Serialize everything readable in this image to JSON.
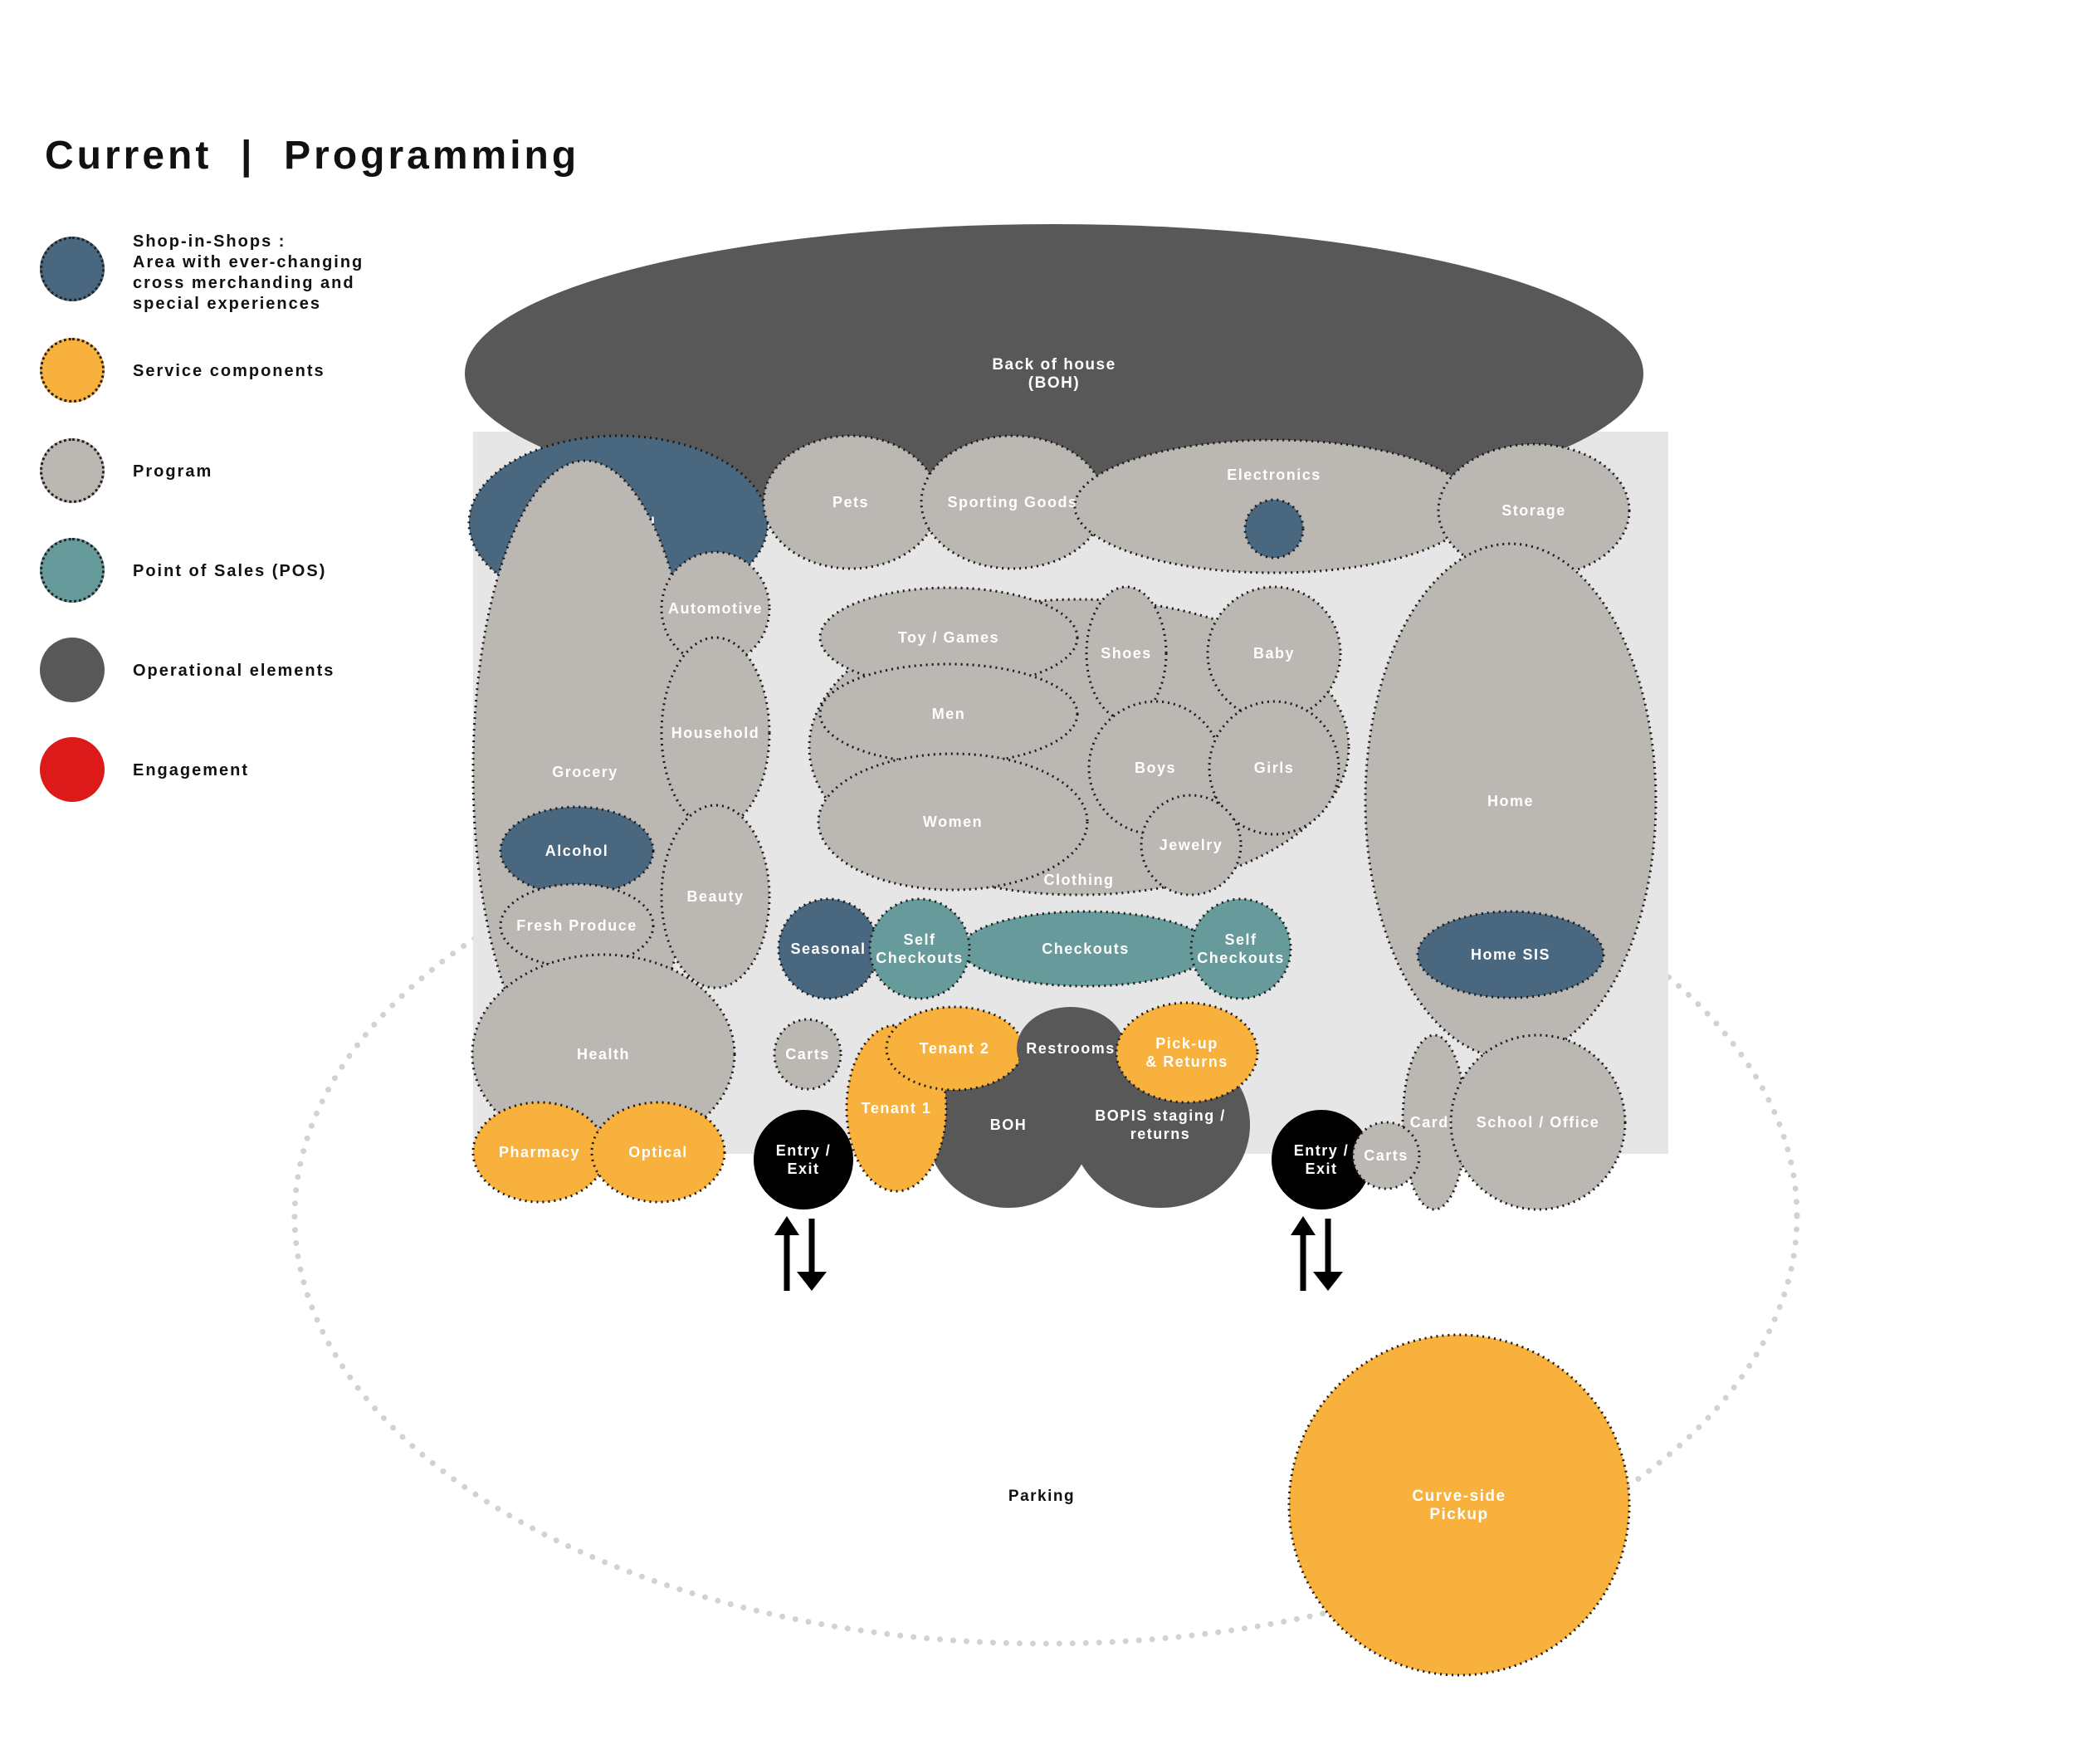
{
  "title": "Current  |  Programming",
  "colors": {
    "shop_in_shops": "#4a6780",
    "service": "#f8b13d",
    "program": "#bbb7b2",
    "pos": "#679b9b",
    "operational": "#585858",
    "engagement": "#dd1a1a",
    "entry": "#000000",
    "floor": "#e6e6e6",
    "parking_outline": "#d2d2d2"
  },
  "legend": [
    {
      "key": "shop_in_shops",
      "label": "Shop-in-Shops :\nArea with ever-changing\ncross merchanding and\nspecial experiences"
    },
    {
      "key": "service",
      "label": "Service components"
    },
    {
      "key": "program",
      "label": "Program"
    },
    {
      "key": "pos",
      "label": "Point of Sales (POS)"
    },
    {
      "key": "operational",
      "label": "Operational elements"
    },
    {
      "key": "engagement",
      "label": "Engagement"
    }
  ],
  "zones": [
    {
      "label": "Back of house\n(BOH)",
      "category": "operational"
    },
    {
      "label": "Seasonal",
      "category": "shop_in_shops"
    },
    {
      "label": "Pets",
      "category": "program"
    },
    {
      "label": "Sporting Goods",
      "category": "program"
    },
    {
      "label": "Electronics",
      "category": "program"
    },
    {
      "label": "",
      "category": "shop_in_shops"
    },
    {
      "label": "Storage",
      "category": "program"
    },
    {
      "label": "Grocery",
      "category": "program"
    },
    {
      "label": "Automotive",
      "category": "program"
    },
    {
      "label": "Household",
      "category": "program"
    },
    {
      "label": "Beauty",
      "category": "program"
    },
    {
      "label": "Alcohol",
      "category": "shop_in_shops"
    },
    {
      "label": "Fresh Produce",
      "category": "program"
    },
    {
      "label": "Clothing",
      "category": "program"
    },
    {
      "label": "Toy / Games",
      "category": "program"
    },
    {
      "label": "Shoes",
      "category": "program"
    },
    {
      "label": "Baby",
      "category": "program"
    },
    {
      "label": "Men",
      "category": "program"
    },
    {
      "label": "Boys",
      "category": "program"
    },
    {
      "label": "Girls",
      "category": "program"
    },
    {
      "label": "Women",
      "category": "program"
    },
    {
      "label": "Jewelry",
      "category": "program"
    },
    {
      "label": "Home",
      "category": "program"
    },
    {
      "label": "Home SIS",
      "category": "shop_in_shops"
    },
    {
      "label": "Seasonal",
      "category": "shop_in_shops"
    },
    {
      "label": "Checkouts",
      "category": "pos"
    },
    {
      "label": "Self\nCheckouts",
      "category": "pos"
    },
    {
      "label": "Self\nCheckouts",
      "category": "pos"
    },
    {
      "label": "Health",
      "category": "program"
    },
    {
      "label": "Pharmacy",
      "category": "service"
    },
    {
      "label": "Optical",
      "category": "service"
    },
    {
      "label": "Carts",
      "category": "program"
    },
    {
      "label": "BOH",
      "category": "operational"
    },
    {
      "label": "BOPIS staging /\nreturns",
      "category": "operational"
    },
    {
      "label": "Tenant 1",
      "category": "service"
    },
    {
      "label": "Tenant 2",
      "category": "service"
    },
    {
      "label": "Restrooms",
      "category": "operational"
    },
    {
      "label": "Pick-up\n& Returns",
      "category": "service"
    },
    {
      "label": "Entry /\nExit",
      "category": "entry"
    },
    {
      "label": "Entry /\nExit",
      "category": "entry"
    },
    {
      "label": "Cards",
      "category": "program"
    },
    {
      "label": "School / Office",
      "category": "program"
    },
    {
      "label": "Carts",
      "category": "program"
    },
    {
      "label": "Curve-side\nPickup",
      "category": "service"
    }
  ],
  "parking_label": "Parking",
  "arrows": [
    {
      "name": "entry-exit-arrows-left",
      "icon": "up-down-arrows"
    },
    {
      "name": "entry-exit-arrows-right",
      "icon": "up-down-arrows"
    }
  ]
}
